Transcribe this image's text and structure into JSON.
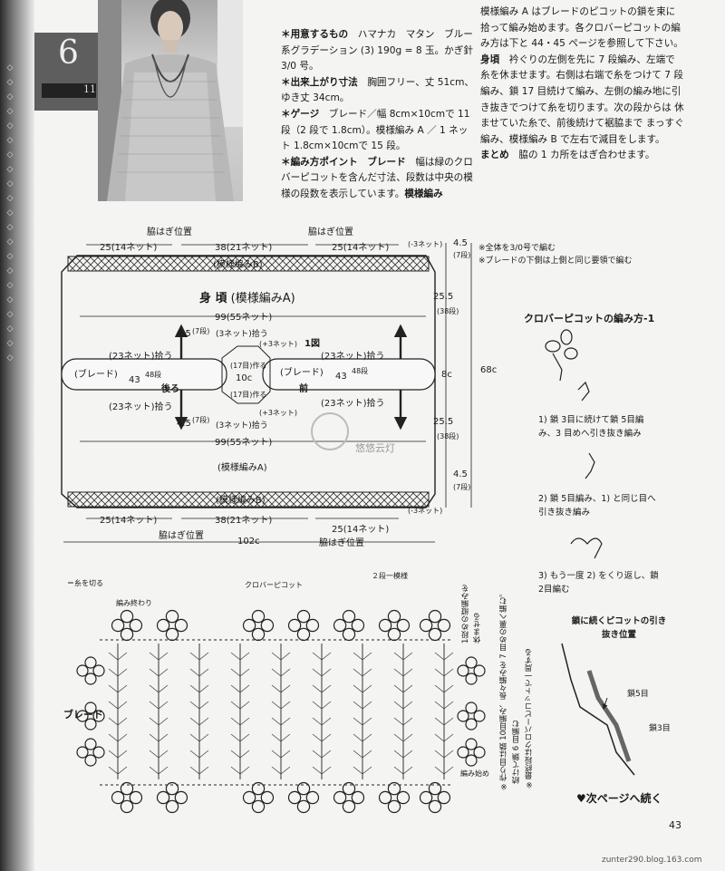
{
  "page_number": "43",
  "chapter": {
    "number": "6",
    "tag": "11"
  },
  "source": "zunter290.blog.163.com",
  "materials": {
    "heading": "＊用意するもの",
    "body": "ハマナカ　マタン　ブルー系グラデーション (3) 190g = 8 玉。かぎ針 3/0 号。"
  },
  "size": {
    "heading": "＊出来上がり寸法",
    "body": "胸囲フリー、丈 51cm、ゆき丈 34cm。"
  },
  "gauge": {
    "heading": "＊ゲージ",
    "body": "ブレード／幅 8cm×10cmで 11段（2 段で 1.8cm）。模様編み A ／ 1 ネット 1.8cm×10cmで 15 段。"
  },
  "point": {
    "heading": "＊編み方ポイント　ブレード",
    "body": "幅は緑のクロバーピコットを含んだ寸法、段数は中央の模様の段数を表示しています。",
    "tail": "模様編み"
  },
  "right_text": {
    "p1": "模様編み A はブレードのピコットの鎖を束に拾って編み始めます。各クロバーピコットの編み方は下と 44・45 ページを参照して下さい。",
    "h2": "身頃",
    "p2": "衿ぐりの左側を先に 7 段編み、左端で糸を休ませます。右側は右端で糸をつけて 7 段編み、鎖 17 目続けて編み、左側の編み地に引き抜きでつけて糸を切ります。次の段からは 休ませていた糸で、前後続けて裾脇まで まっすぐ編み、模様編み B で左右で減目をします。",
    "h3": "まとめ",
    "p3": "脇の 1 カ所をはぎ合わせます。"
  },
  "diagram": {
    "side_seam_top_1": "脇はぎ位置",
    "side_seam_top_2": "脇はぎ位置",
    "side_seam_bottom_1": "脇はぎ位置",
    "side_seam_bottom_2": "脇はぎ位置",
    "top_left_w": "25(14ネット)",
    "top_mid_w": "38(21ネット)",
    "top_right_w": "25(14ネット)",
    "minus3_top": "(-3ネット)",
    "minus3_bottom": "(-3ネット)",
    "pat_b_top": "(模様編みB)",
    "pat_b_bottom": "(模様編みB)",
    "body_title": "身 頃",
    "body_sub": "(模様編みA)",
    "pat_a_bottom": "(模様編みA)",
    "w99_top": "99(55ネット)",
    "w99_bottom": "99(55ネット)",
    "h45_a": "4.5",
    "r7_a": "(7段)",
    "h45_b": "4.5",
    "r7_b": "(7段)",
    "h255_top": "25.5",
    "r38_top": "(38段)",
    "h255_bottom": "25.5",
    "r38_bottom": "(38段)",
    "h45_right_top": "4.5",
    "r7_right_top": "(7段)",
    "h45_right_bottom": "4.5",
    "r7_right_bottom": "(7段)",
    "h68": "68c",
    "h8": "8c",
    "w10": "10c",
    "w102": "102c",
    "net3_top": "(3ネット)拾う",
    "net3_bottom": "(3ネット)拾う",
    "plus3_top": "(+3ネット)",
    "plus3_bottom": "(+3ネット)",
    "fig1": "1図",
    "net23_lt": "(23ネット)拾う",
    "net23_lb": "(23ネット)拾う",
    "net23_rt": "(23ネット)拾う",
    "net23_rb": "(23ネット)拾う",
    "blade_left": "(ブレード)",
    "blade_right": "(ブレード)",
    "n43_left": "43",
    "n43_right": "43",
    "r48_left": "48段",
    "r48_right": "48段",
    "back": "後ろ",
    "front": "前",
    "r17_top": "(17目)作る",
    "r17_bottom": "(17目)作る",
    "bottom_left_w": "25(14ネット)",
    "bottom_mid_w": "38(21ネット)",
    "bottom_right_w": "25(14ネット)",
    "note1": "※全体を3/0号で編む",
    "note2": "※ブレードの下側は上側と同じ要領で編む"
  },
  "clover": {
    "title": "クロバーピコットの編み方-1",
    "step1": "1) 鎖 3目に続けて鎖 5目編み、3 目めへ引き抜き編み",
    "step2": "2) 鎖 5目編み、1) と同じ目へ引き抜き編み",
    "step3": "3) もう一度 2) をくり返し、鎖 2目編む",
    "picot_title": "鎖に続くピコットの引き抜き位置",
    "m5": "鎖5目",
    "m3": "鎖3目",
    "continue": "♥次ページへ続く"
  },
  "chart": {
    "cut_yarn": "＝糸を切る",
    "blade_label": "ブレード",
    "start": "編み始め",
    "clover_label": "クロバーピコット",
    "rep_label": "２段一模様",
    "end_label": "編み終わり",
    "note_a": "1段めの縦編みを休ませる",
    "note_b": "※作り目は鎖 10目編み、長々編みを 7 目めの裏へ編む。",
    "note_c": "続けて鎖 6 目編む",
    "note_d": "※最終段はクロバーピコットで一周する"
  },
  "watermark": "悠悠云灯"
}
